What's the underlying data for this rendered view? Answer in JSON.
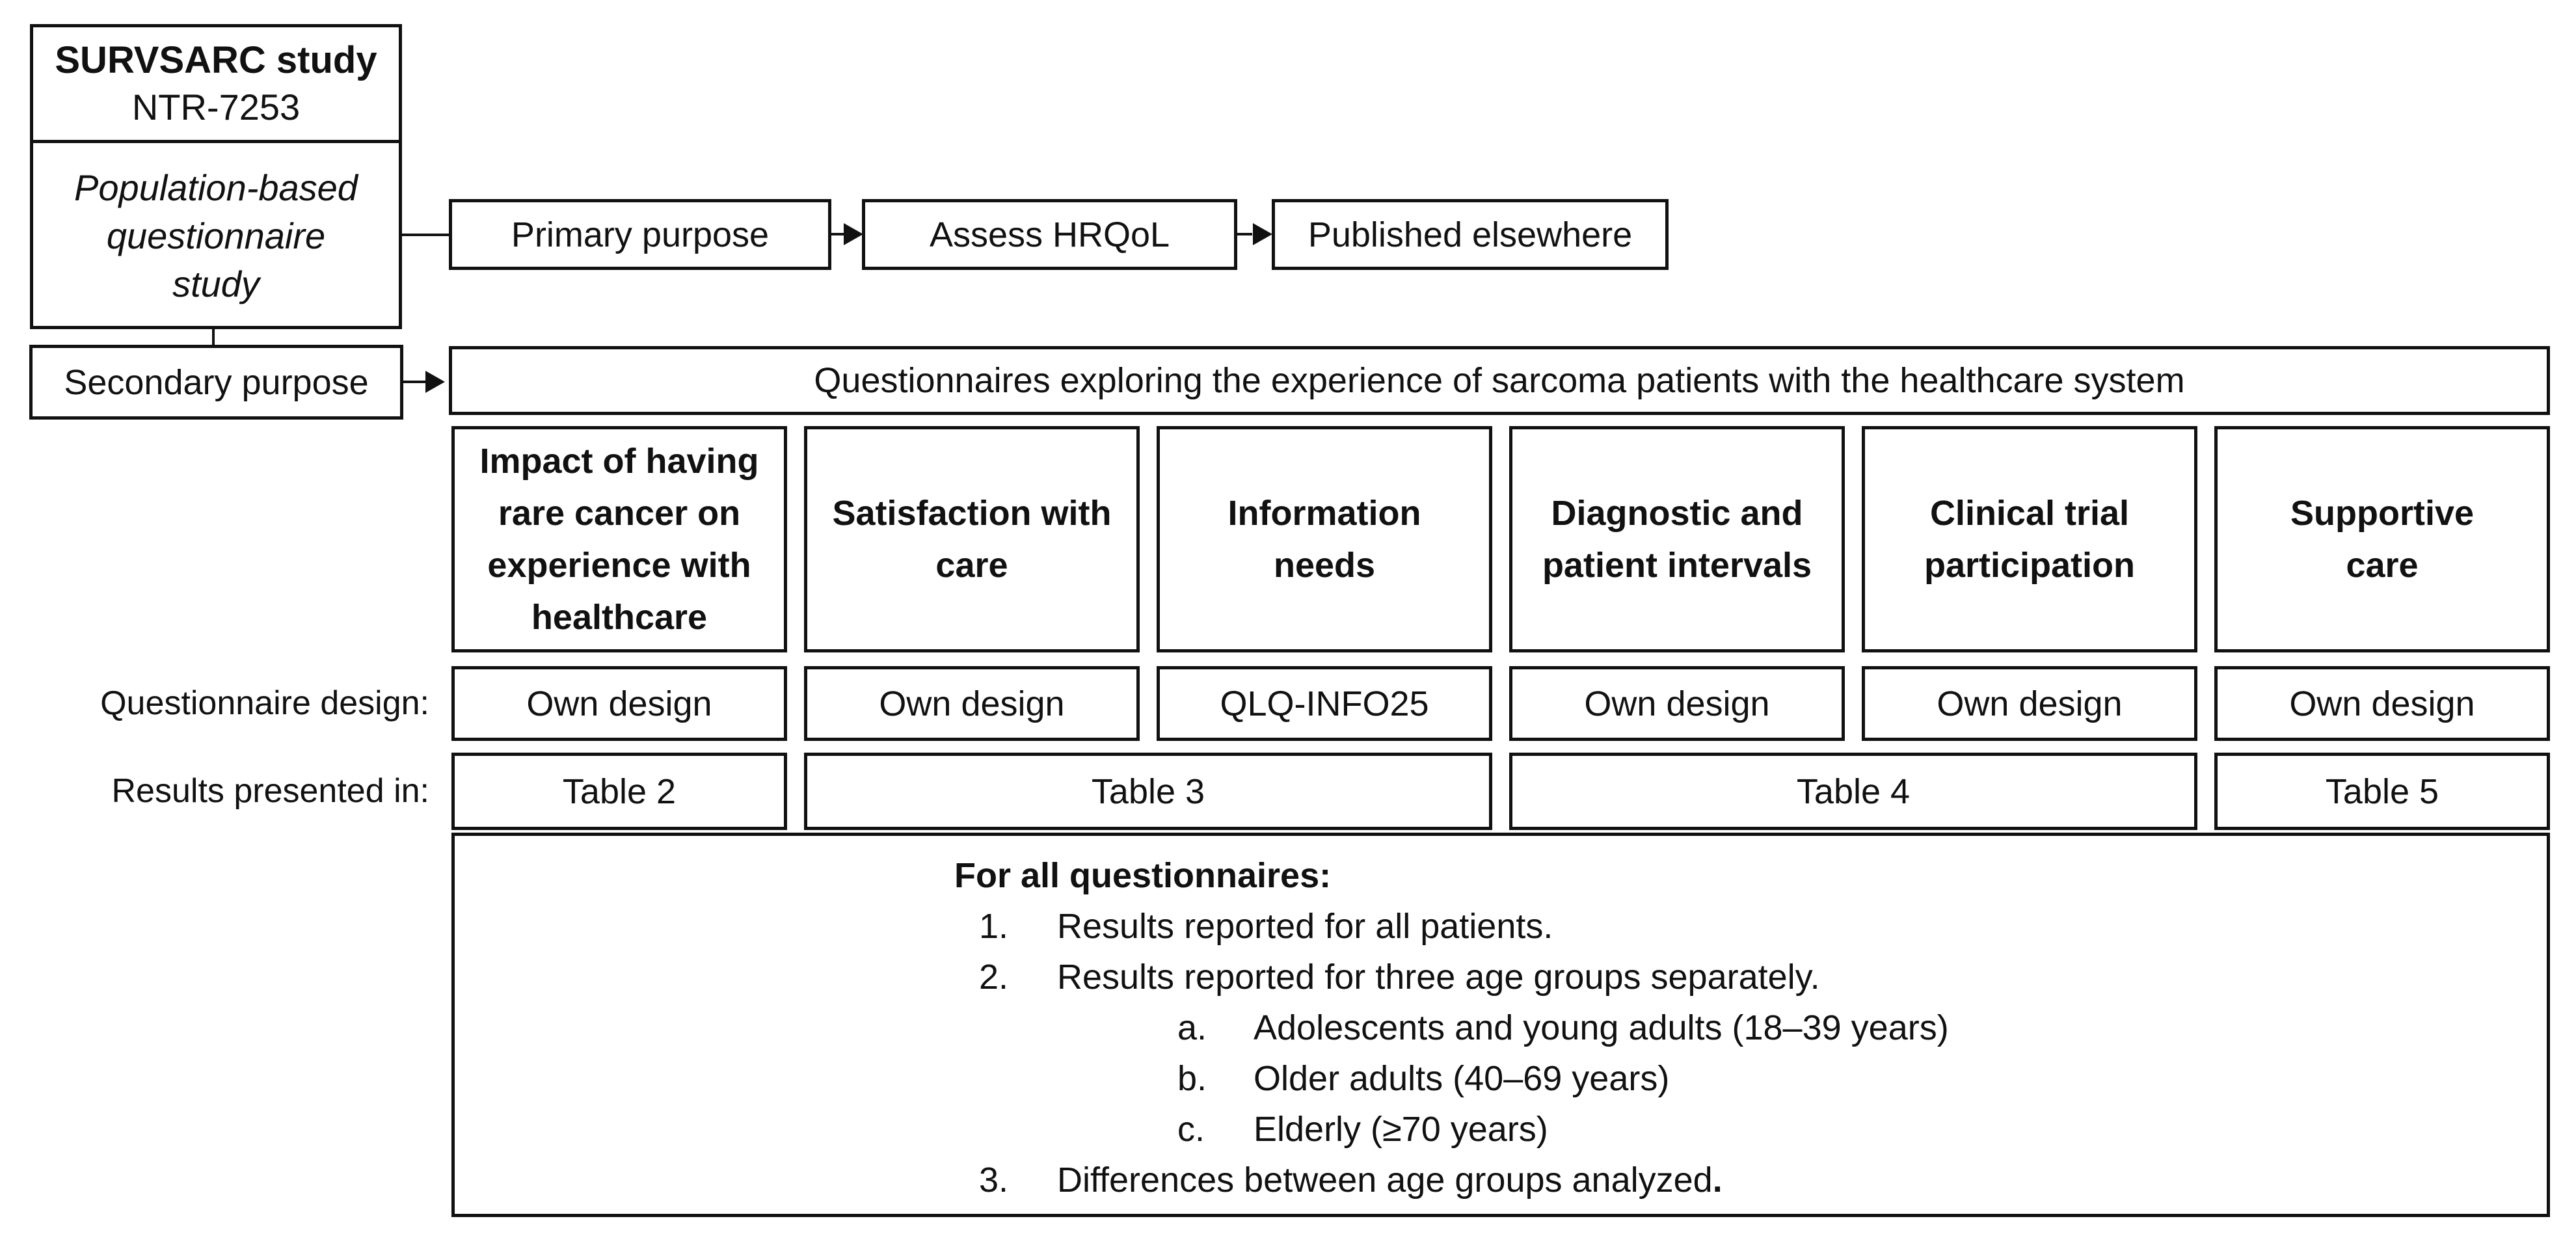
{
  "colors": {
    "ink": "#111111",
    "background": "#ffffff"
  },
  "study_box": {
    "title": "SURVSARC study",
    "registry": "NTR-7253",
    "type": "Population-based\nquestionnaire\nstudy"
  },
  "primary_flow": {
    "label": "Primary purpose",
    "step1": "Assess HRQoL",
    "step2": "Published elsewhere"
  },
  "secondary_flow": {
    "label": "Secondary purpose",
    "description": "Questionnaires exploring the experience of sarcoma patients with the healthcare system"
  },
  "row_labels": {
    "design": "Questionnaire design:",
    "results": "Results presented in:"
  },
  "questionnaires": [
    {
      "topic": "Impact of having\nrare cancer on\nexperience with\nhealthcare",
      "design": "Own design"
    },
    {
      "topic": "Satisfaction with\ncare",
      "design": "Own design"
    },
    {
      "topic": "Information\nneeds",
      "design": "QLQ-INFO25"
    },
    {
      "topic": "Diagnostic and\npatient intervals",
      "design": "Own design"
    },
    {
      "topic": "Clinical trial\nparticipation",
      "design": "Own design"
    },
    {
      "topic": "Supportive\ncare",
      "design": "Own design"
    }
  ],
  "tables": [
    {
      "label": "Table 2"
    },
    {
      "label": "Table 3"
    },
    {
      "label": "Table 4"
    },
    {
      "label": "Table 5"
    }
  ],
  "notes": {
    "heading": "For all questionnaires:",
    "items": [
      {
        "marker": "1.",
        "text": "Results reported for all patients."
      },
      {
        "marker": "2.",
        "text": "Results reported for three age groups separately."
      },
      {
        "marker": "3.",
        "text": "Differences between age groups analyzed",
        "bold_suffix": "."
      }
    ],
    "age_groups": [
      {
        "marker": "a.",
        "text": "Adolescents and young adults (18–39 years)"
      },
      {
        "marker": "b.",
        "text": "Older adults (40–69 years)"
      },
      {
        "marker": "c.",
        "text": "Elderly (≥70 years)"
      }
    ]
  }
}
